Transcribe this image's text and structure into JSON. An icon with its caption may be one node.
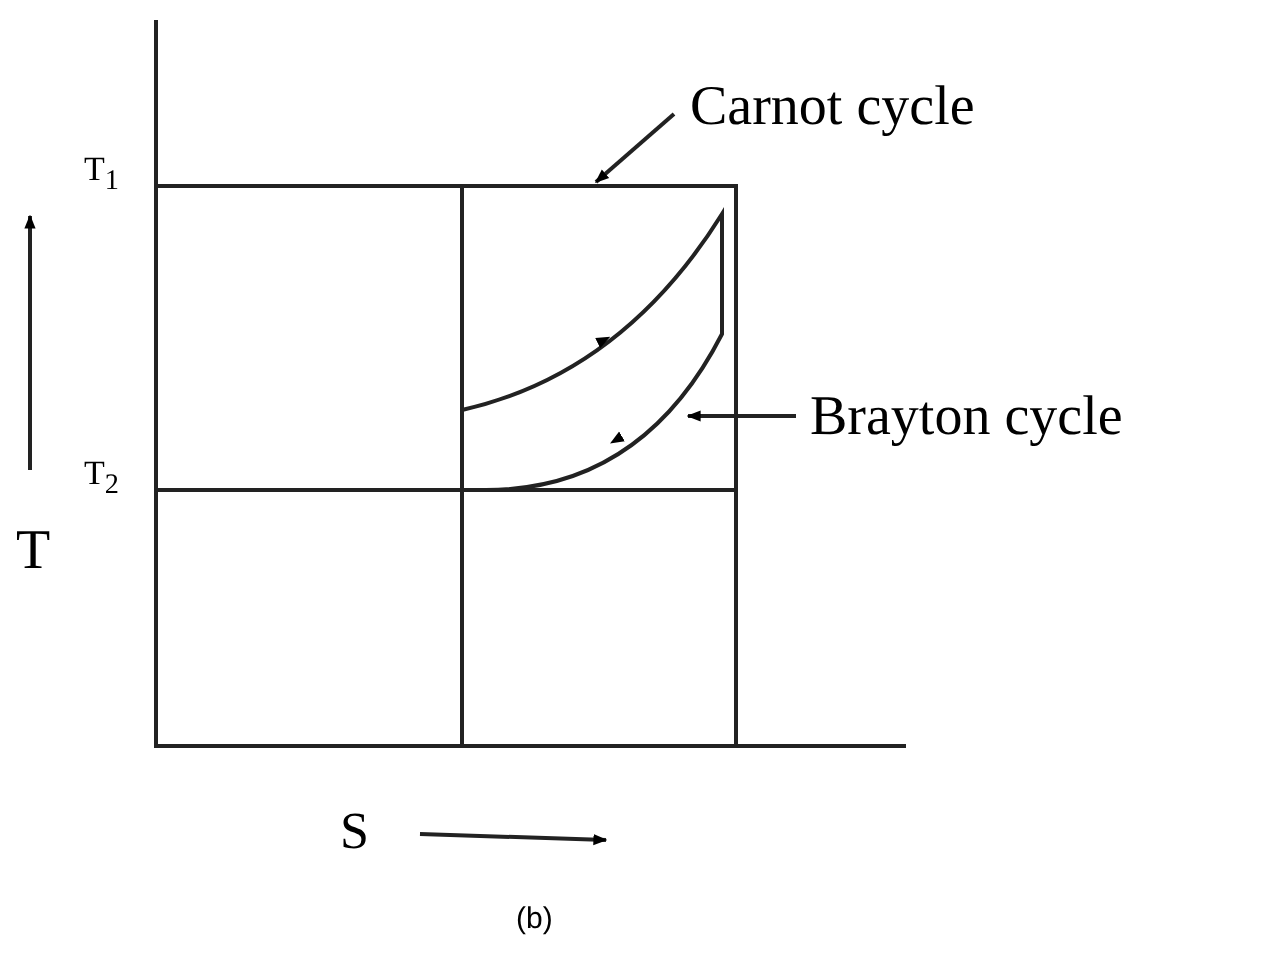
{
  "diagram": {
    "caption": "(b)",
    "nodes": [
      {
        "text": [
          "Carnot cycle"
        ]
      },
      {
        "text": [],
        "shape": "box"
      },
      {
        "text": [
          "Brayton cycle"
        ]
      },
      {
        "text": [],
        "shape": "curve",
        "in": 1
      }
    ],
    "edges": [
      {
        "from": 0,
        "to": 1,
        "arrow": "to"
      },
      {
        "from": 2,
        "to": 3,
        "arrow": "to"
      }
    ],
    "labels": [
      "T$_{1}$",
      "T$_{2}$",
      "T",
      "S"
    ]
  }
}
